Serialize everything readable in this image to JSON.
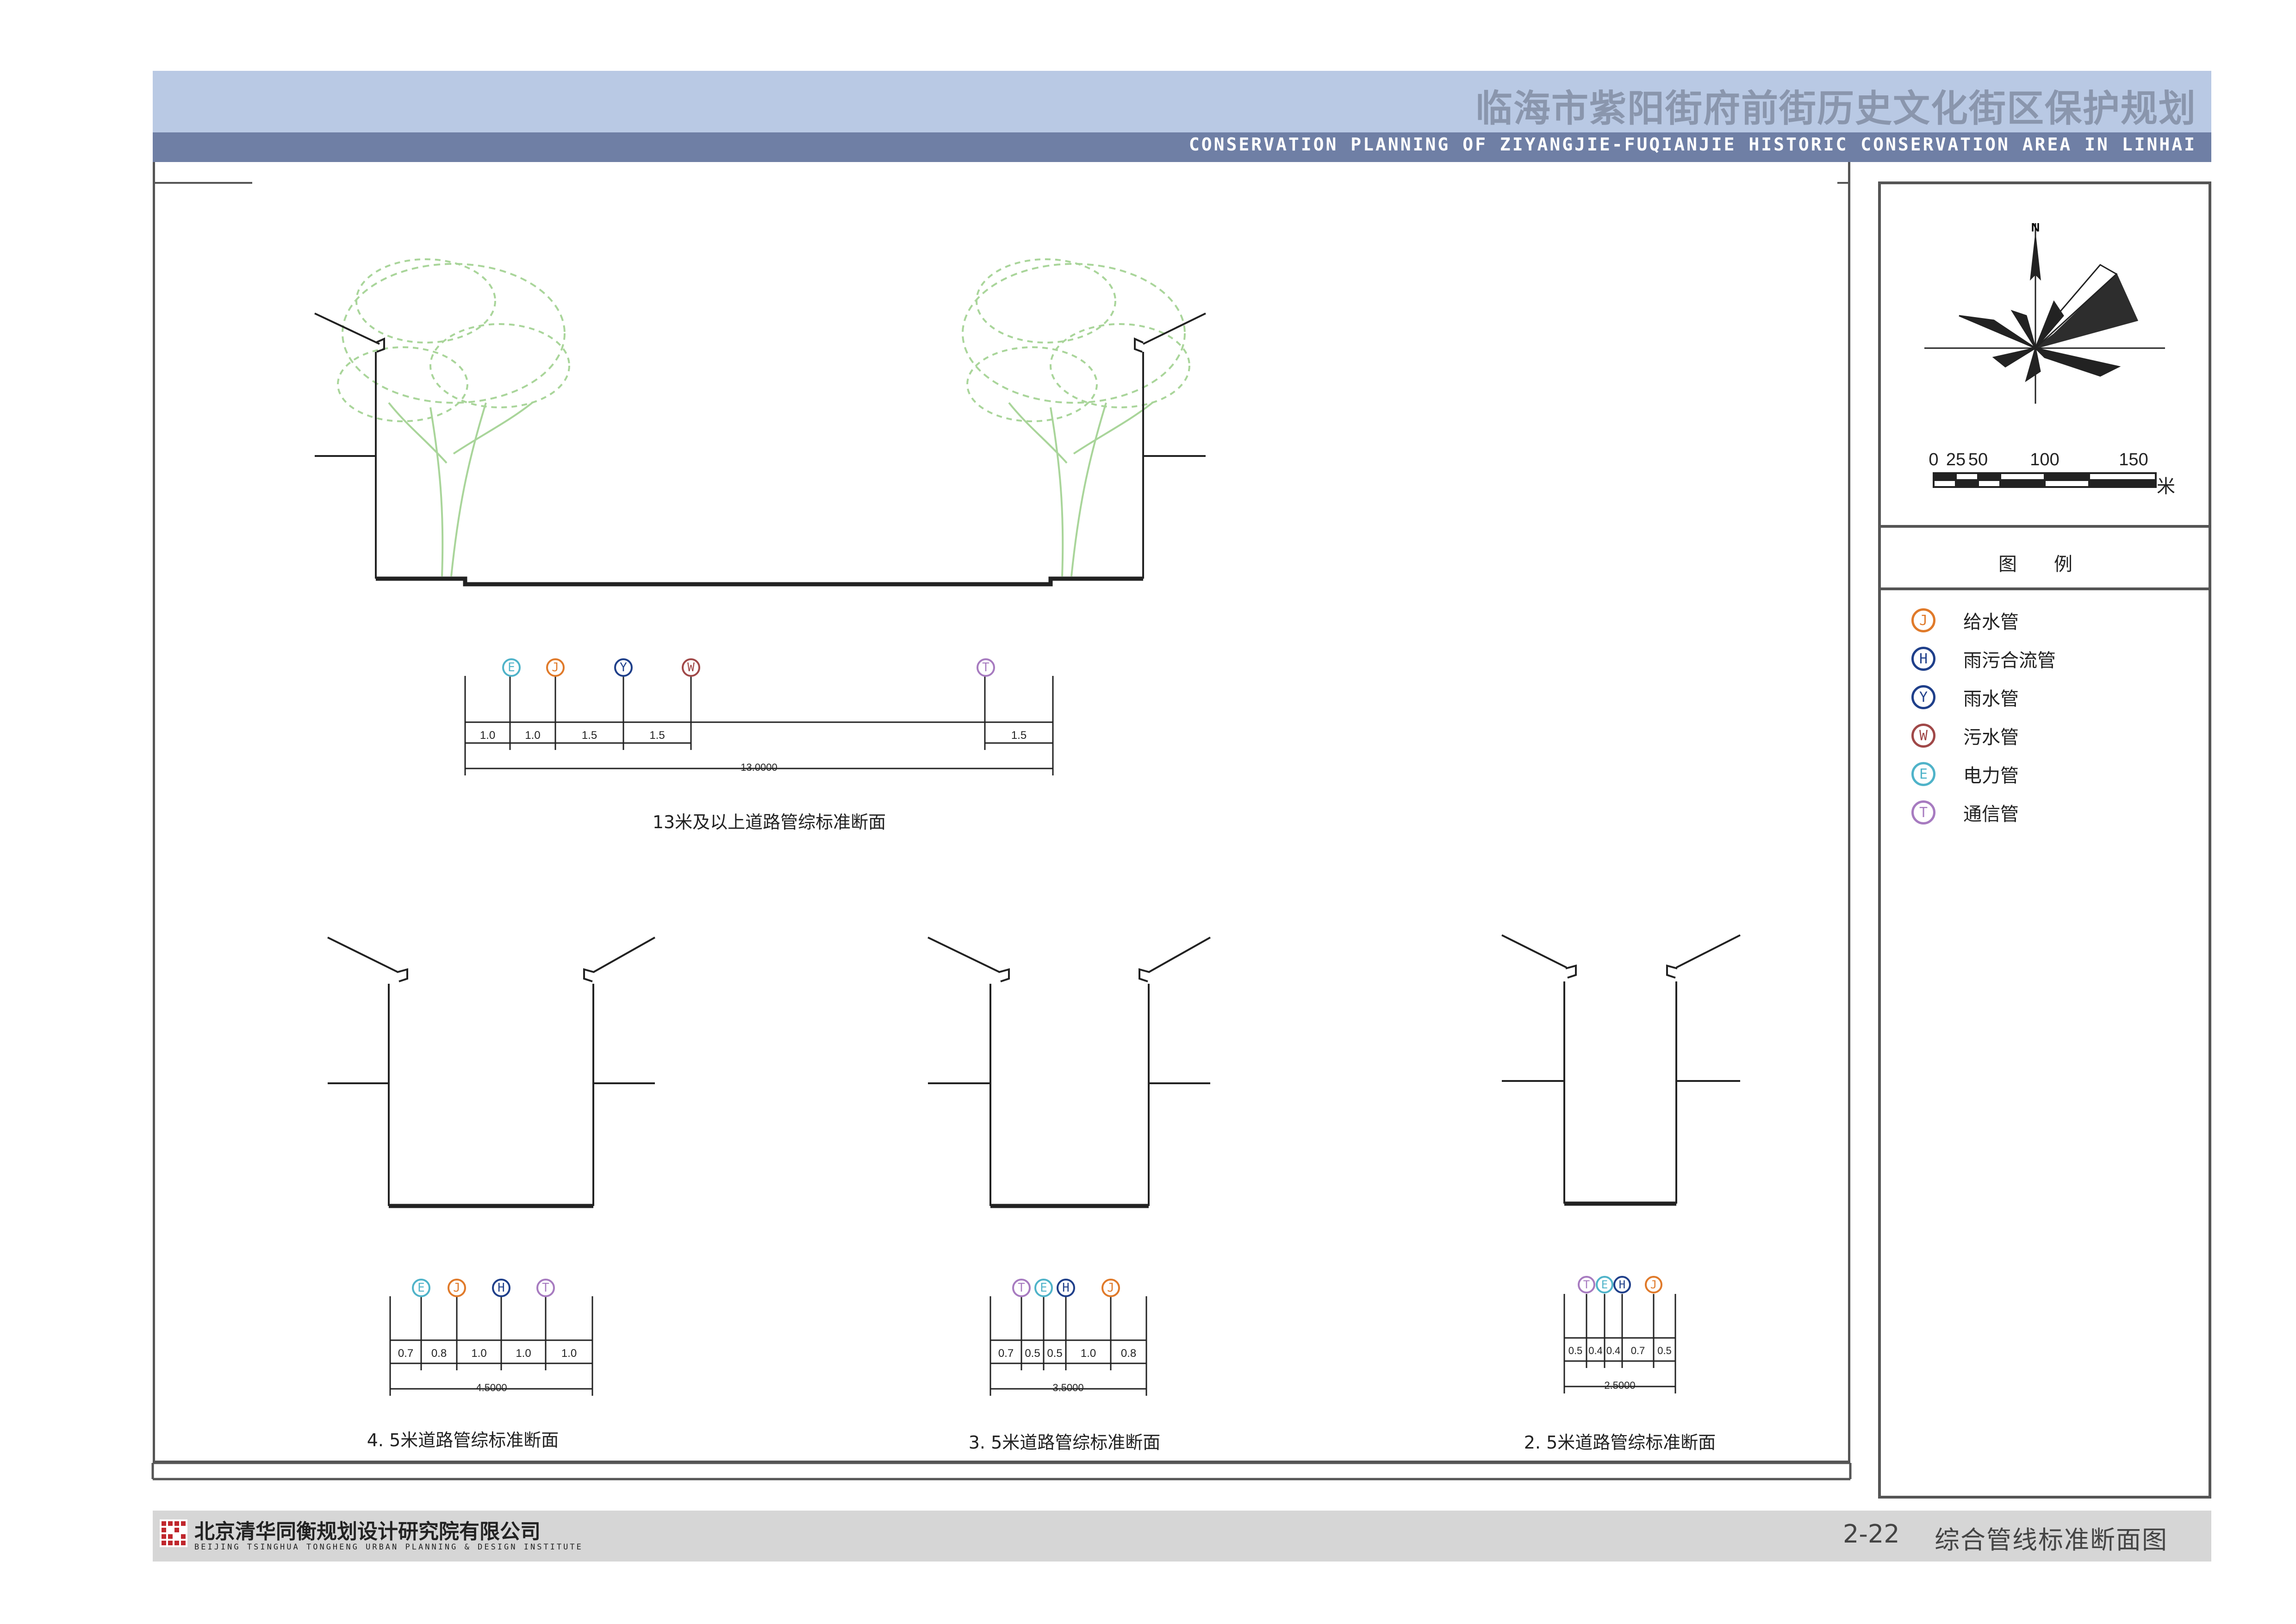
{
  "header": {
    "title": "临海市紫阳街府前街历史文化街区保护规划",
    "subtitle": "CONSERVATION PLANNING OF ZIYANGJIE-FUQIANJIE  HISTORIC CONSERVATION AREA IN LINHAI"
  },
  "compass": {
    "north": "N"
  },
  "scale_bar": {
    "ticks": [
      "0",
      "25",
      "50",
      "100",
      "150"
    ],
    "unit": "米"
  },
  "legend": {
    "title": "图例",
    "items": [
      {
        "symbol": "J",
        "label": "给水管",
        "color": "#e07a2a"
      },
      {
        "symbol": "H",
        "label": "雨污合流管",
        "color": "#1f3f8a"
      },
      {
        "symbol": "Y",
        "label": "雨水管",
        "color": "#1f3f8a"
      },
      {
        "symbol": "W",
        "label": "污水管",
        "color": "#a04848"
      },
      {
        "symbol": "E",
        "label": "电力管",
        "color": "#4fb3c9"
      },
      {
        "symbol": "T",
        "label": "通信管",
        "color": "#a77bc0"
      }
    ]
  },
  "sections": [
    {
      "caption": "13米及以上道路管综标准断面",
      "pipes": [
        "E",
        "J",
        "Y",
        "W",
        "T"
      ],
      "segments": [
        "1.0",
        "1.0",
        "1.5",
        "1.5",
        "1.5"
      ],
      "total": "13.0000"
    },
    {
      "caption": "4. 5米道路管综标准断面",
      "pipes": [
        "E",
        "J",
        "H",
        "T"
      ],
      "segments": [
        "0.7",
        "0.8",
        "1.0",
        "1.0",
        "1.0"
      ],
      "total": "4.5000"
    },
    {
      "caption": "3. 5米道路管综标准断面",
      "pipes": [
        "T",
        "E",
        "H",
        "J"
      ],
      "segments": [
        "0.7",
        "0.5",
        "0.5",
        "1.0",
        "0.8"
      ],
      "total": "3.5000"
    },
    {
      "caption": "2. 5米道路管综标准断面",
      "pipes": [
        "T",
        "E",
        "H",
        "J"
      ],
      "segments": [
        "0.5",
        "0.4",
        "0.4",
        "0.7",
        "0.5"
      ],
      "total": "2.5000"
    }
  ],
  "footer": {
    "org": "北京清华同衡规划设计研究院有限公司",
    "org_en": "BEIJING TSINGHUA TONGHENG URBAN PLANNING & DESIGN INSTITUTE",
    "drawing_no": "2-22",
    "drawing_name": "综合管线标准断面图"
  }
}
